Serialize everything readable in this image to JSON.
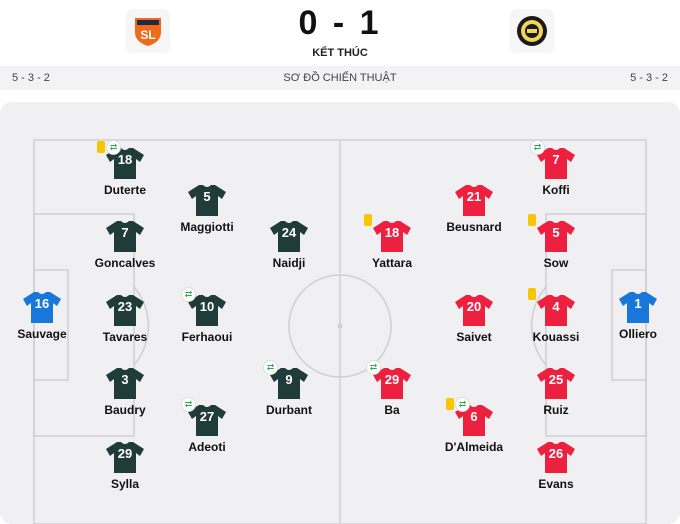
{
  "header": {
    "score": "0 - 1",
    "status": "KẾT THÚC"
  },
  "formation_bar": {
    "home": "5 - 3 - 2",
    "label": "SƠ ĐỒ CHIẾN THUẬT",
    "away": "5 - 3 - 2"
  },
  "colors": {
    "home_outfield": "#1f3b3a",
    "home_gk": "#1877d8",
    "away_outfield": "#ee2040",
    "away_gk": "#1877d8",
    "card_yellow": "#f7c600"
  },
  "home_players": [
    {
      "number": "16",
      "name": "Sauvage",
      "role": "gk"
    },
    {
      "number": "18",
      "name": "Duterte",
      "yellow": true,
      "sub": true
    },
    {
      "number": "7",
      "name": "Goncalves"
    },
    {
      "number": "23",
      "name": "Tavares"
    },
    {
      "number": "3",
      "name": "Baudry"
    },
    {
      "number": "29",
      "name": "Sylla"
    },
    {
      "number": "5",
      "name": "Maggiotti"
    },
    {
      "number": "10",
      "name": "Ferhaoui",
      "sub": true
    },
    {
      "number": "27",
      "name": "Adeoti",
      "sub": true
    },
    {
      "number": "24",
      "name": "Naidji"
    },
    {
      "number": "9",
      "name": "Durbant",
      "sub": true
    }
  ],
  "away_players": [
    {
      "number": "1",
      "name": "Olliero",
      "role": "gk"
    },
    {
      "number": "7",
      "name": "Koffi",
      "sub": true
    },
    {
      "number": "5",
      "name": "Sow",
      "yellow": true
    },
    {
      "number": "4",
      "name": "Kouassi",
      "yellow": true
    },
    {
      "number": "25",
      "name": "Ruiz"
    },
    {
      "number": "26",
      "name": "Evans"
    },
    {
      "number": "21",
      "name": "Beusnard"
    },
    {
      "number": "20",
      "name": "Saivet"
    },
    {
      "number": "6",
      "name": "D'Almeida",
      "yellow": true,
      "sub": true
    },
    {
      "number": "18",
      "name": "Yattara",
      "yellow": true
    },
    {
      "number": "29",
      "name": "Ba",
      "sub": true
    }
  ]
}
